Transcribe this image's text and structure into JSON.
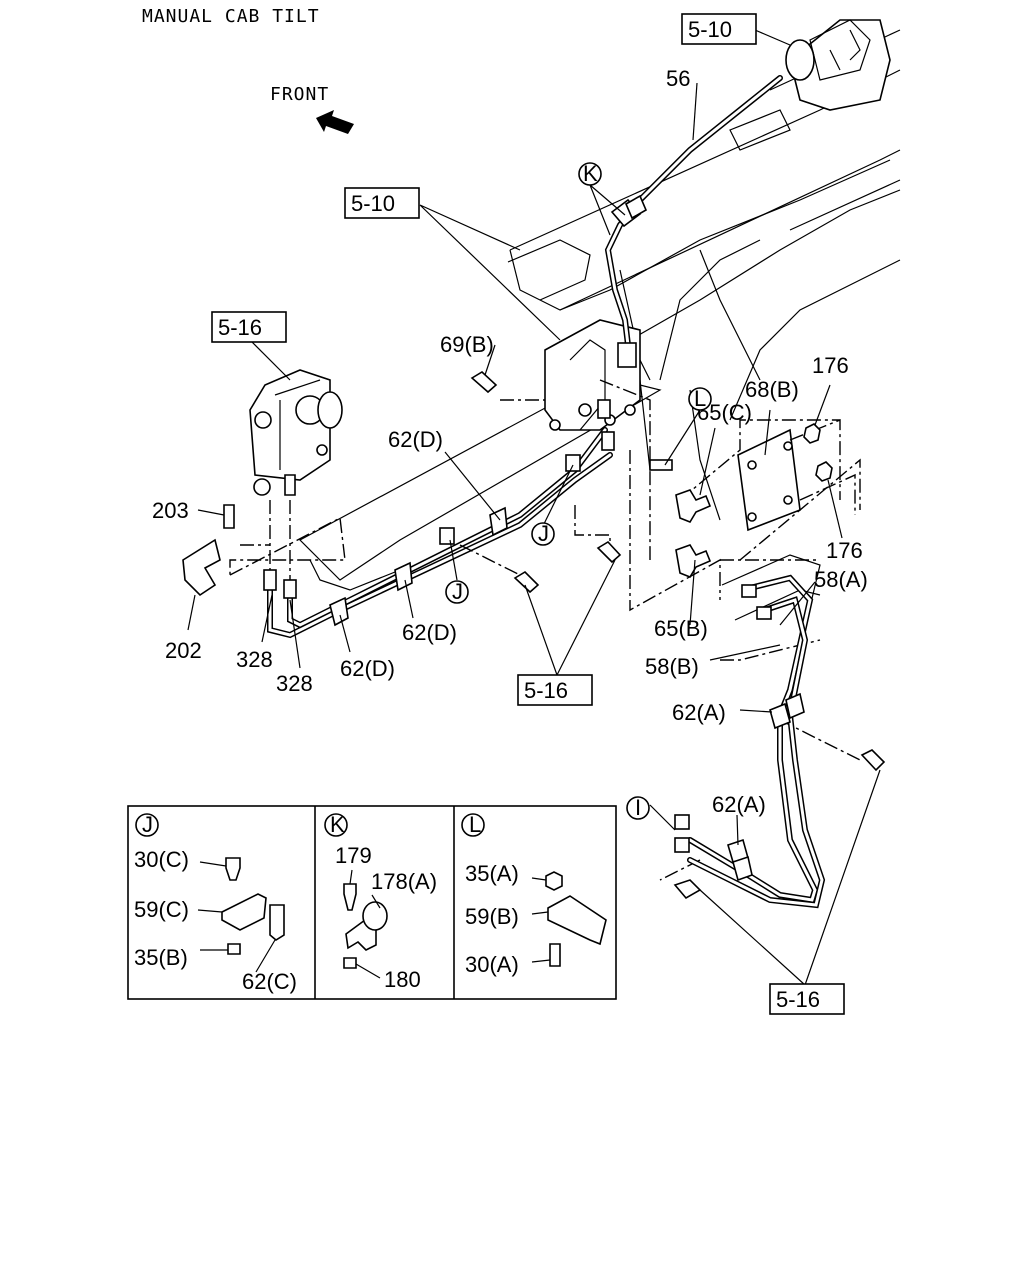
{
  "title": "MANUAL CAB TILT",
  "front_label": "FRONT",
  "boxed_refs": [
    "5-10",
    "5-10",
    "5-16",
    "5-16",
    "5-16"
  ],
  "callouts": {
    "c56": "56",
    "c69b": "69(B)",
    "c62d_a": "62(D)",
    "c62d_b": "62(D)",
    "c62d_c": "62(D)",
    "c65c": "65(C)",
    "c65b": "65(B)",
    "c68b": "68(B)",
    "c176a": "176",
    "c176b": "176",
    "c58a": "58(A)",
    "c58b": "58(B)",
    "c62a_a": "62(A)",
    "c62a_b": "62(A)",
    "c203": "203",
    "c202": "202",
    "c328a": "328",
    "c328b": "328"
  },
  "markers": {
    "k_top": "K",
    "l_top": "L",
    "j_a": "J",
    "j_b": "J",
    "i_mark": "I"
  },
  "detail_panels": [
    {
      "marker": "J",
      "labels": [
        "30(C)",
        "59(C)",
        "35(B)",
        "62(C)"
      ]
    },
    {
      "marker": "K",
      "labels": [
        "179",
        "178(A)",
        "180"
      ]
    },
    {
      "marker": "L",
      "labels": [
        "35(A)",
        "59(B)",
        "30(A)"
      ]
    }
  ]
}
